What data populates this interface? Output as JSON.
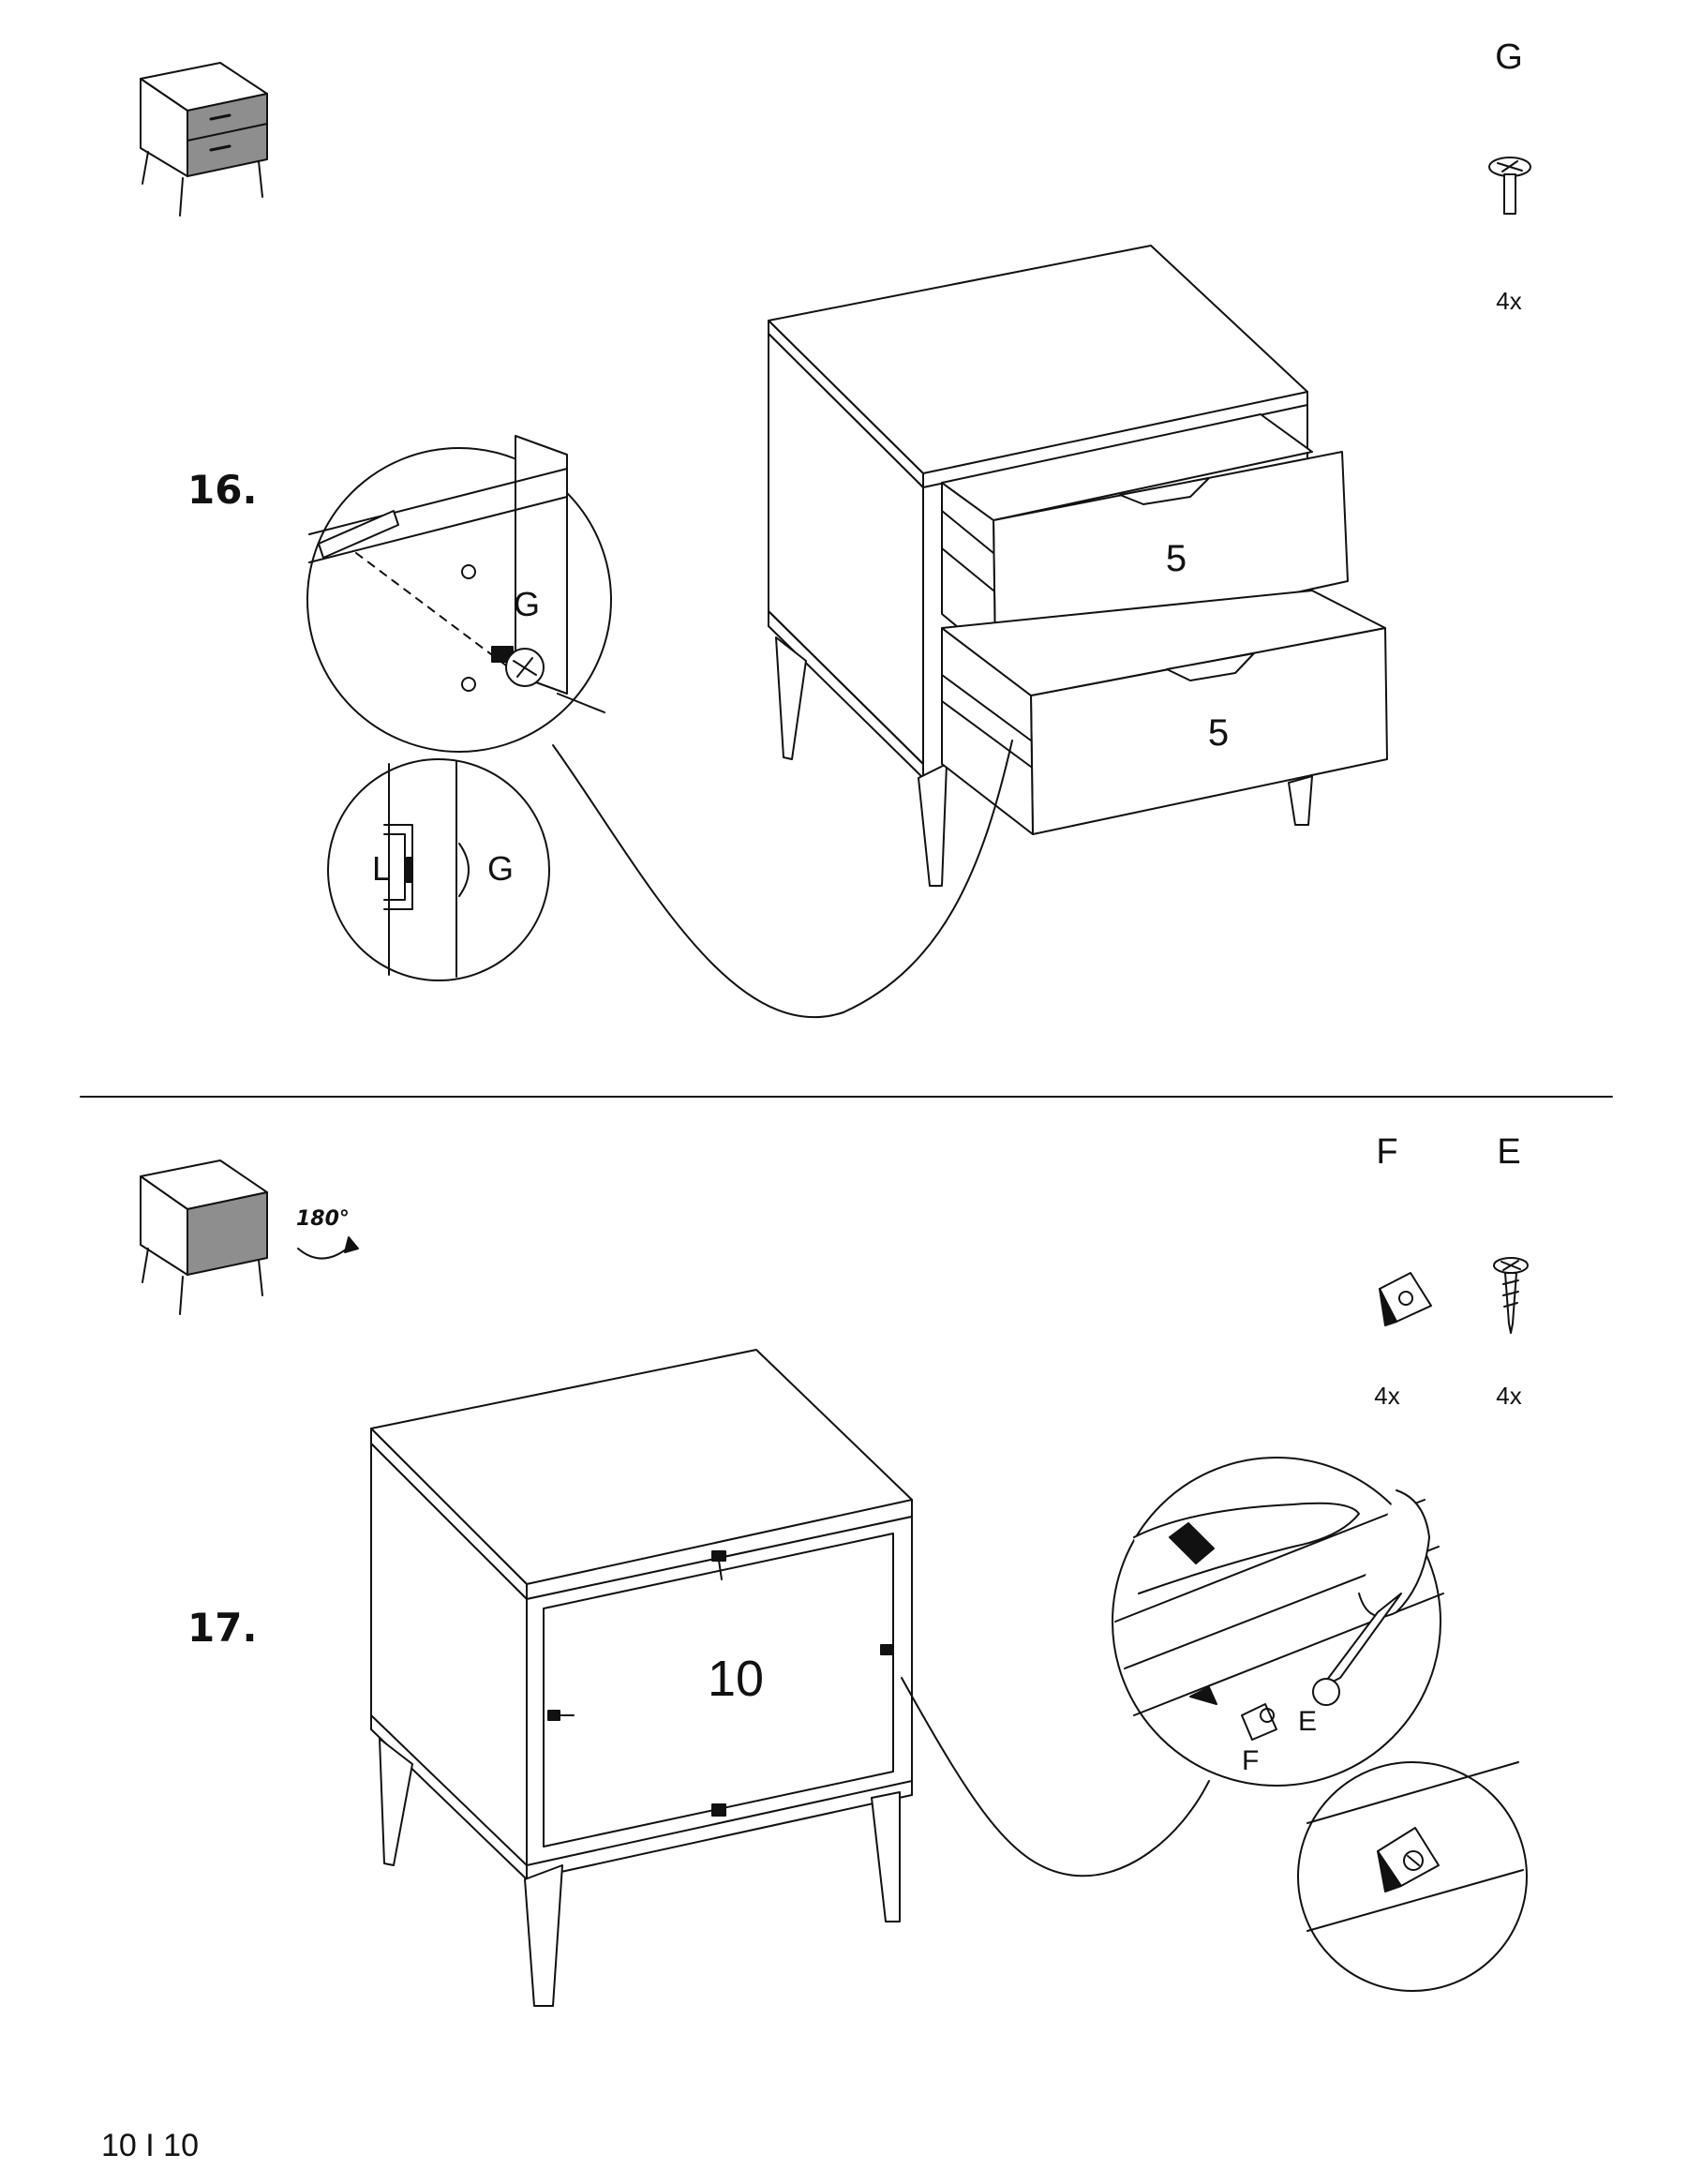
{
  "step16": {
    "number": "16.",
    "part": {
      "letter": "G",
      "qty": "4x"
    },
    "detail_label_g": "G",
    "inset_label_l": "L",
    "inset_label_g": "G",
    "drawer_top_label": "5",
    "drawer_bottom_label": "5"
  },
  "step17": {
    "number": "17.",
    "rotation": "180°",
    "parts": [
      {
        "letter": "F",
        "qty": "4x"
      },
      {
        "letter": "E",
        "qty": "4x"
      }
    ],
    "panel_label": "10",
    "detail_label_e": "E",
    "detail_label_f": "F"
  },
  "footer": {
    "page": "10 I 10"
  }
}
